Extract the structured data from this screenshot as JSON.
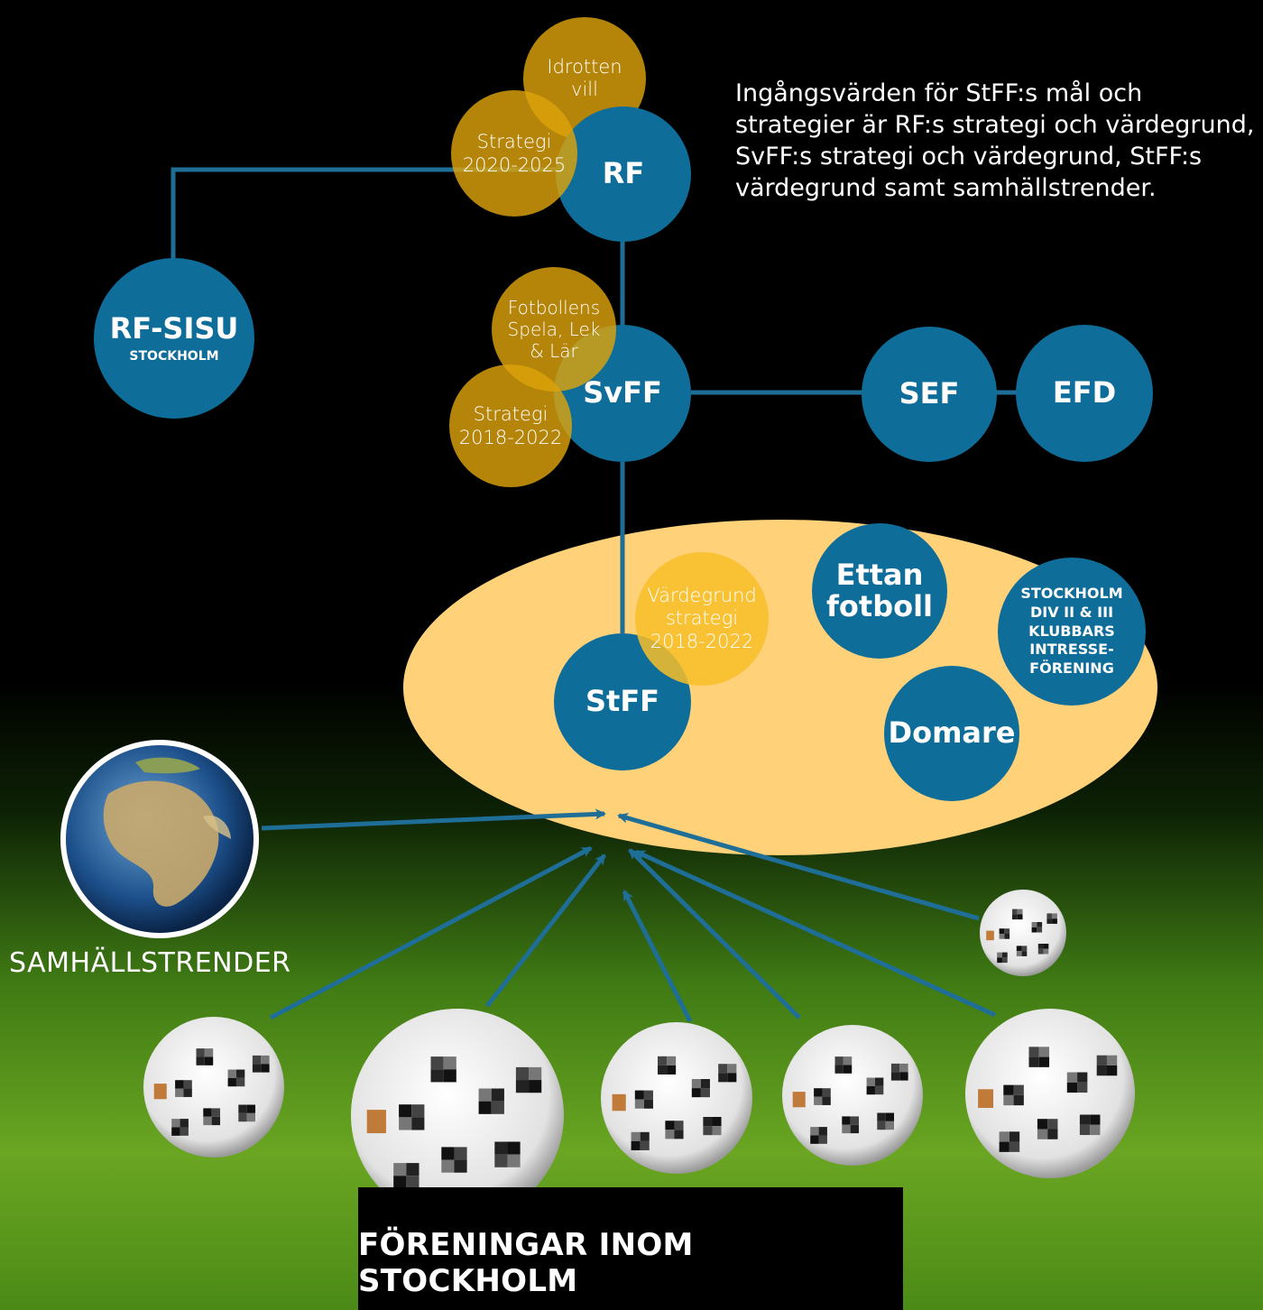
{
  "intro_text": "Ingångsvärden för StFF:s mål och strategier är RF:s strategi och värdegrund, SvFF:s strategi och värdegrund, StFF:s värdegrund samt samhällstrender.",
  "colors": {
    "node_blue": "#0f6d9a",
    "strategy_gold": "#dda20c",
    "ellipse_fill": "#ffd27a",
    "connector": "#1f6e97"
  },
  "nodes": {
    "rf": "RF",
    "rf_sisu": {
      "name": "RF-SISU",
      "sub": "STOCKHOLM"
    },
    "svff": "SvFF",
    "sef": "SEF",
    "efd": "EFD",
    "stff": "StFF",
    "ettan": [
      "Ettan",
      "fotboll"
    ],
    "domare": "Domare",
    "klubbar": [
      "STOCKHOLM",
      "DIV II & III",
      "KLUBBARS",
      "INTRESSE-",
      "FÖRENING"
    ]
  },
  "strategy_circles": {
    "idrotten": [
      "Idrotten",
      "vill"
    ],
    "rf_strategi": [
      "Strategi",
      "2020-2025"
    ],
    "fotbollens": [
      "Fotbollens",
      "Spela, Lek",
      "& Lär"
    ],
    "svff_strategi": [
      "Strategi",
      "2018-2022"
    ],
    "stff_vardegrund": [
      "Värdegrund",
      "strategi",
      "2018-2022"
    ]
  },
  "samhall_label": "SAMHÄLLSTRENDER",
  "footer_label": "FÖRENINGAR INOM STOCKHOLM",
  "icons": [
    "globe-icon",
    "soccer-ball-icon"
  ]
}
